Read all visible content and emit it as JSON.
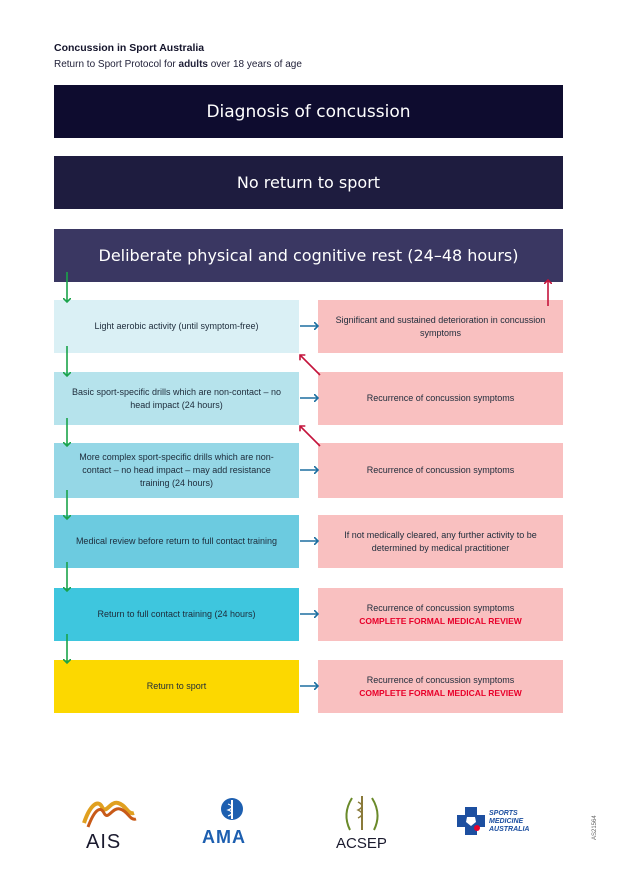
{
  "header": {
    "title": "Concussion in Sport Australia",
    "subtitle_pre": "Return to Sport Protocol for ",
    "subtitle_bold": "adults",
    "subtitle_post": " over 18 years of age"
  },
  "bands": {
    "diagnosis": "Diagnosis of concussion",
    "no_return": "No return to sport",
    "rest": "Deliberate physical and cognitive rest (24–48 hours)"
  },
  "stages": [
    {
      "label": "Light aerobic activity (until symptom-free)",
      "color": "#daf0f5"
    },
    {
      "label": "Basic sport-specific drills which are non-contact – no head impact (24 hours)",
      "color": "#b6e3ec"
    },
    {
      "label": "More complex sport-specific drills which are non-contact – no head impact – may add resistance training (24 hours)",
      "color": "#95d7e6"
    },
    {
      "label": "Medical review before return to full contact training",
      "color": "#6ccbe0"
    },
    {
      "label": "Return to full contact training (24 hours)",
      "color": "#3ec6de"
    },
    {
      "label": "Return to sport",
      "color": "#fcd800"
    }
  ],
  "outcomes": [
    {
      "text": "Significant and sustained deterioration in concussion symptoms",
      "alert": ""
    },
    {
      "text": "Recurrence of concussion symptoms",
      "alert": ""
    },
    {
      "text": "Recurrence of concussion symptoms",
      "alert": ""
    },
    {
      "text": "If not medically cleared, any further activity to be determined by medical practitioner",
      "alert": ""
    },
    {
      "text": "Recurrence of concussion symptoms",
      "alert": "COMPLETE FORMAL MEDICAL REVIEW"
    },
    {
      "text": "Recurrence of concussion symptoms",
      "alert": "COMPLETE FORMAL MEDICAL REVIEW"
    }
  ],
  "colors": {
    "down_arrow": "#1aa34a",
    "right_arrow": "#1d6fa0",
    "back_arrow": "#c4143c",
    "outcome_bg": "#f9c0c0",
    "alert_text": "#e8002a"
  },
  "logos": {
    "ais": "AIS",
    "ama": "AMA",
    "acsep": "ACSEP",
    "sma_line1": "SPORTS",
    "sma_line2": "MEDICINE",
    "sma_line3": "AUSTRALIA"
  },
  "reference_code": "AS21564"
}
